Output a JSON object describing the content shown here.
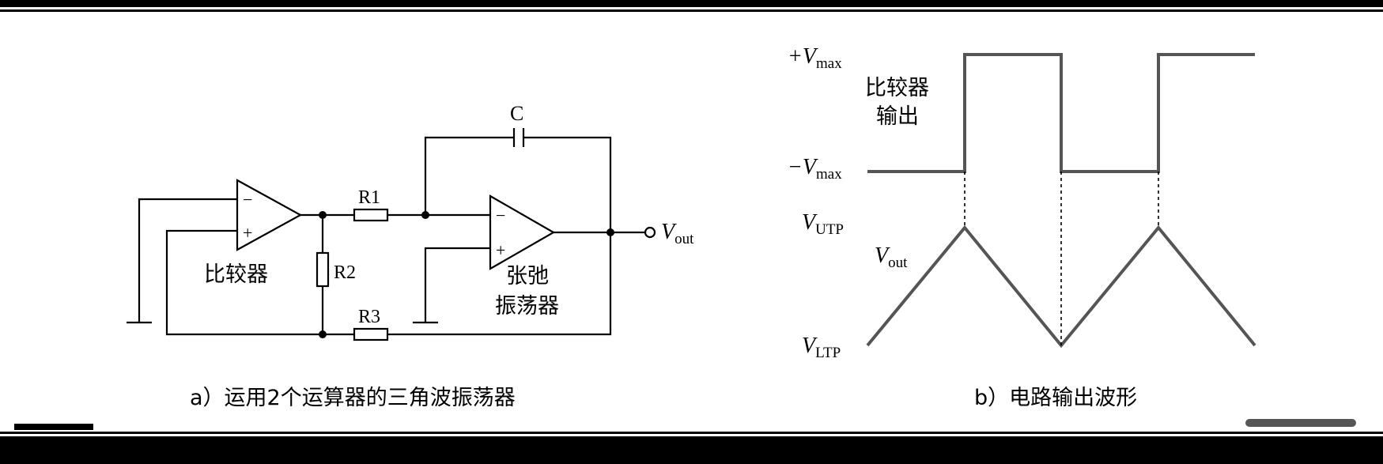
{
  "circuit": {
    "comparator_label": "比较器",
    "relaxation_label_line1": "张弛",
    "relaxation_label_line2": "振荡器",
    "r1": "R1",
    "r2": "R2",
    "r3": "R3",
    "capacitor": "C",
    "minus_sign": "−",
    "plus_sign": "+",
    "vout_symbol": "V",
    "vout_sub": "out",
    "caption": "a）运用2个运算器的三角波振荡器"
  },
  "waveform": {
    "vmax_pos_prefix": "+V",
    "vmax_pos_sub": "max",
    "vmax_neg_prefix": "−V",
    "vmax_neg_sub": "max",
    "comparator_output_line1": "比较器",
    "comparator_output_line2": "输出",
    "vutp_symbol": "V",
    "vutp_sub": "UTP",
    "vltp_symbol": "V",
    "vltp_sub": "LTP",
    "vout_symbol": "V",
    "vout_sub": "out",
    "caption": "b）电路输出波形"
  },
  "colors": {
    "waveform_stroke": "#555555",
    "wire": "#000000",
    "border": "#000000"
  }
}
